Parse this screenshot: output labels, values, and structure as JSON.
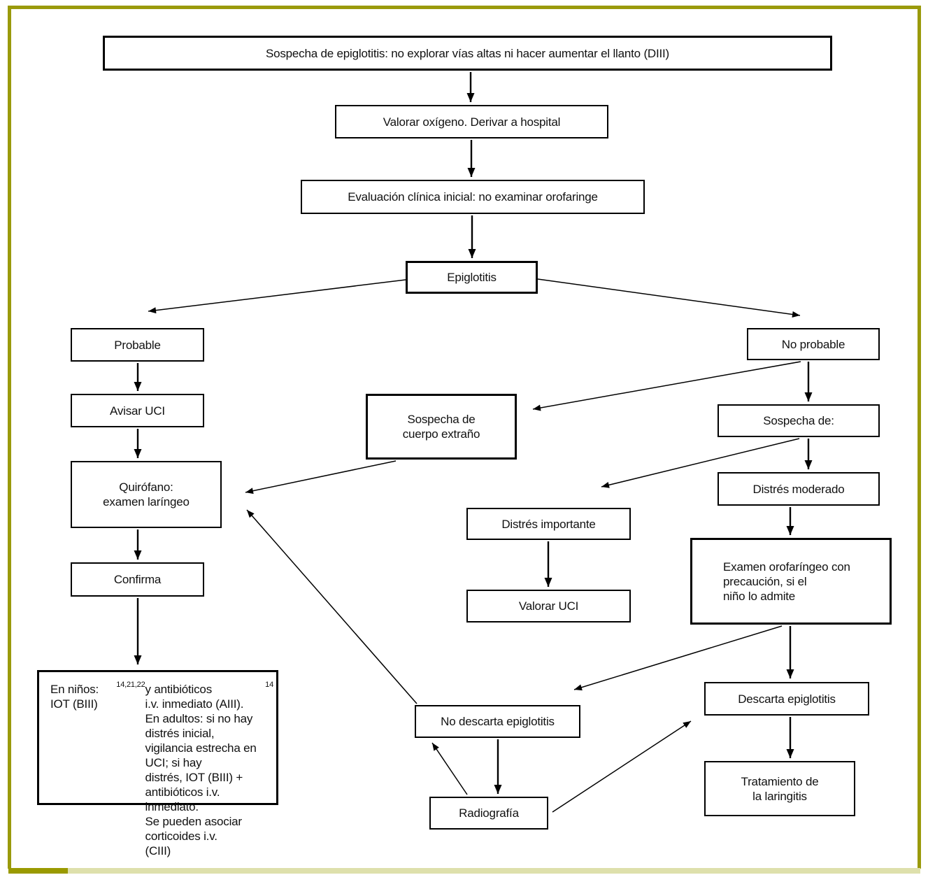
{
  "figure": {
    "type": "flowchart",
    "language": "es",
    "frame_color": "#9a9a0b",
    "footer_bar_dark_color": "#9a9a00",
    "footer_bar_light_color": "#dee0ac",
    "box_border_color": "#000000",
    "background_color": "#ffffff"
  },
  "nodes": {
    "sospecha_epiglotitis": "Sospecha de epiglotitis: no explorar vías altas ni hacer aumentar el llanto (DIII)",
    "valorar_oxigeno": "Valorar oxígeno. Derivar a hospital",
    "evaluacion_clinica": "Evaluación clínica inicial: no examinar orofaringe",
    "epiglotitis": "Epiglotitis",
    "probable": "Probable",
    "avisar_uci": "Avisar UCI",
    "quirofano": "Quirófano:\nexamen laríngeo",
    "confirma": "Confirma",
    "sospecha_cuerpo_extrano": "Sospecha de\ncuerpo extraño",
    "no_probable": "No probable",
    "sospecha_de": "Sospecha de:",
    "distres_moderado": "Distrés moderado",
    "distres_importante": "Distrés importante",
    "valorar_uci": "Valorar UCI",
    "examen_orofaringeo": "Examen orofaríngeo con\nprecaución, si el\nniño lo admite",
    "descarta_epiglotitis": "Descarta epiglotitis",
    "tratamiento_laringitis": "Tratamiento de\nla laringitis",
    "no_descarta_epiglotitis": "No descarta epiglotitis",
    "radiografia": "Radiografía",
    "tratamiento_ninos_adultos": [
      {
        "text": "En niños: IOT (BIII)"
      },
      {
        "text": "14,21,22",
        "sup": true
      },
      {
        "text": " y antibióticos\ni.v. inmediato (AIII).\nEn adultos: si no hay distrés inicial,\nvigilancia estrecha en UCI; si hay\ndistrés, IOT (BIII) + antibióticos i.v.\ninmediato.\nSe pueden asociar corticoides i.v.\n(CIII)"
      },
      {
        "text": "14",
        "sup": true
      }
    ]
  },
  "edges": [
    {
      "from": "sospecha_epiglotitis",
      "to": "valorar_oxigeno"
    },
    {
      "from": "valorar_oxigeno",
      "to": "evaluacion_clinica"
    },
    {
      "from": "evaluacion_clinica",
      "to": "epiglotitis"
    },
    {
      "from": "epiglotitis",
      "to": "probable"
    },
    {
      "from": "epiglotitis",
      "to": "no_probable"
    },
    {
      "from": "probable",
      "to": "avisar_uci"
    },
    {
      "from": "avisar_uci",
      "to": "quirofano"
    },
    {
      "from": "quirofano",
      "to": "confirma"
    },
    {
      "from": "confirma",
      "to": "tratamiento_ninos_adultos"
    },
    {
      "from": "no_probable",
      "to": "sospecha_cuerpo_extrano"
    },
    {
      "from": "no_probable",
      "to": "sospecha_de"
    },
    {
      "from": "sospecha_de",
      "to": "distres_importante"
    },
    {
      "from": "sospecha_de",
      "to": "distres_moderado"
    },
    {
      "from": "distres_moderado",
      "to": "examen_orofaringeo"
    },
    {
      "from": "distres_importante",
      "to": "valorar_uci"
    },
    {
      "from": "examen_orofaringeo",
      "to": "descarta_epiglotitis"
    },
    {
      "from": "examen_orofaringeo",
      "to": "no_descarta_epiglotitis"
    },
    {
      "from": "descarta_epiglotitis",
      "to": "tratamiento_laringitis"
    },
    {
      "from": "no_descarta_epiglotitis",
      "to": "radiografia"
    },
    {
      "from": "radiografia",
      "to": "no_descarta_epiglotitis"
    },
    {
      "from": "radiografia",
      "to": "descarta_epiglotitis"
    },
    {
      "from": "sospecha_cuerpo_extrano",
      "to": "quirofano"
    },
    {
      "from": "no_descarta_epiglotitis",
      "to": "quirofano"
    }
  ]
}
